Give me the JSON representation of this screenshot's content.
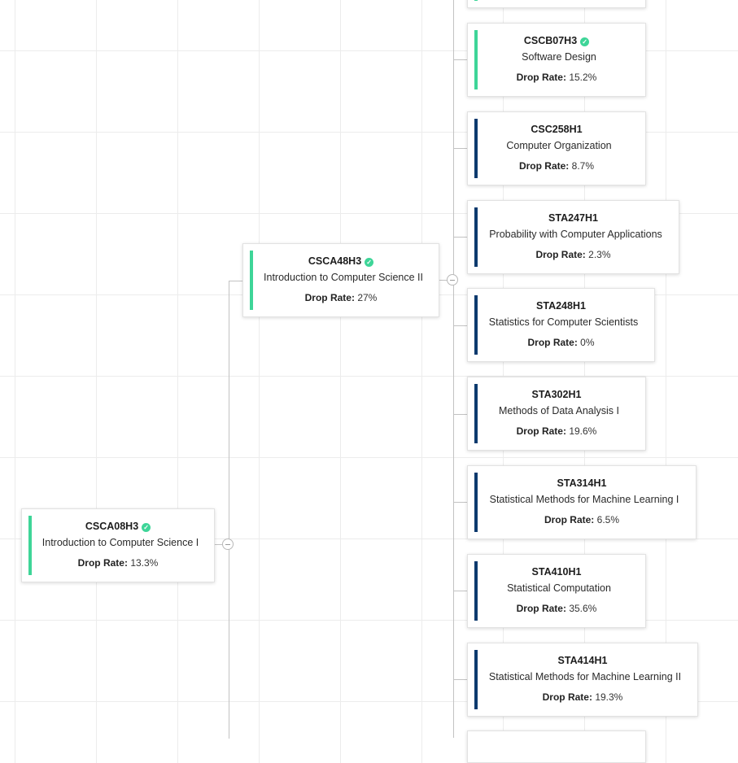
{
  "colors": {
    "completed": "#3ed598",
    "not_completed": "#0d3a6e"
  },
  "drop_label": "Drop Rate:",
  "courses": {
    "csca08": {
      "code": "CSCA08H3",
      "name": "Introduction to Computer Science I",
      "drop_rate": "13.3%",
      "completed": true
    },
    "csca48": {
      "code": "CSCA48H3",
      "name": "Introduction to Computer Science II",
      "drop_rate": "27%",
      "completed": true
    },
    "cscb07": {
      "code": "CSCB07H3",
      "name": "Software Design",
      "drop_rate": "15.2%",
      "completed": true
    },
    "csc258": {
      "code": "CSC258H1",
      "name": "Computer Organization",
      "drop_rate": "8.7%",
      "completed": false
    },
    "sta247": {
      "code": "STA247H1",
      "name": "Probability with Computer Applications",
      "drop_rate": "2.3%",
      "completed": false
    },
    "sta248": {
      "code": "STA248H1",
      "name": "Statistics for Computer Scientists",
      "drop_rate": "0%",
      "completed": false
    },
    "sta302": {
      "code": "STA302H1",
      "name": "Methods of Data Analysis I",
      "drop_rate": "19.6%",
      "completed": false
    },
    "sta314": {
      "code": "STA314H1",
      "name": "Statistical Methods for Machine Learning I",
      "drop_rate": "6.5%",
      "completed": false
    },
    "sta410": {
      "code": "STA410H1",
      "name": "Statistical Computation",
      "drop_rate": "35.6%",
      "completed": false
    },
    "sta414": {
      "code": "STA414H1",
      "name": "Statistical Methods for Machine Learning II",
      "drop_rate": "19.3%",
      "completed": false
    }
  }
}
